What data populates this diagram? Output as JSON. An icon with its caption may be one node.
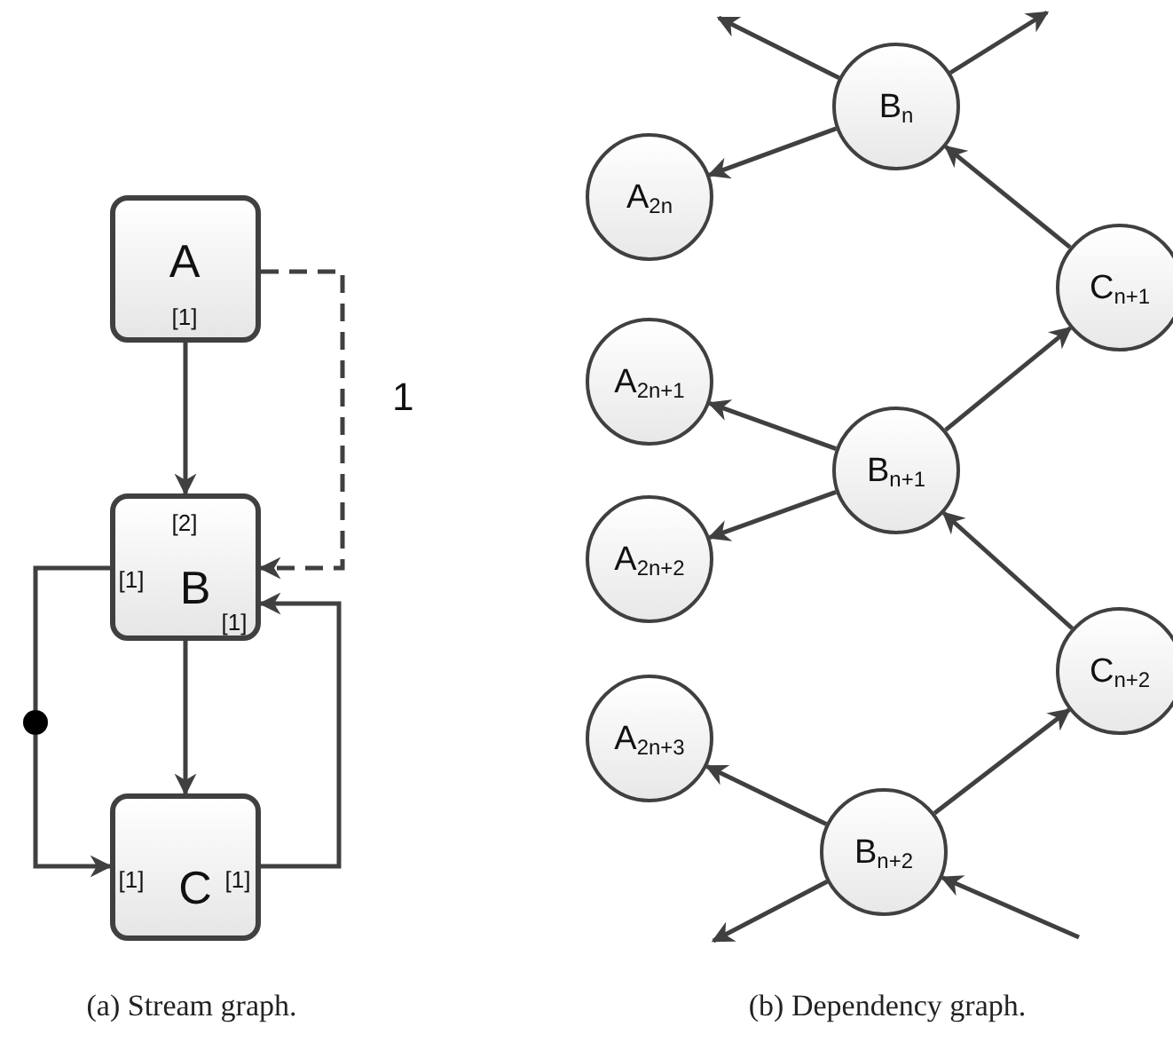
{
  "diagram": {
    "nodes": [
      {
        "text": [
          "A",
          "[1]"
        ]
      },
      {
        "text": [
          "[2]",
          "[1]",
          "B",
          "[1]"
        ]
      },
      {
        "text": [
          "[1]",
          "C",
          "[1]"
        ]
      },
      {
        "text": [],
        "shape": "circle"
      },
      {
        "text": [
          "B$_{n}$"
        ]
      },
      {
        "text": [
          "A$_{2n}$"
        ]
      },
      {
        "text": [
          "C$_{n+1}$"
        ]
      },
      {
        "text": [
          "A$_{2n+1}$"
        ]
      },
      {
        "text": [
          "B$_{n+1}$"
        ]
      },
      {
        "text": [
          "A$_{2n+2}$"
        ]
      },
      {
        "text": [
          "C$_{n+2}$"
        ]
      },
      {
        "text": [
          "A$_{2n+3}$"
        ]
      },
      {
        "text": [
          "B$_{n+2}$"
        ]
      }
    ],
    "edges": [
      {
        "from": 0,
        "to": 1,
        "arrow": "to"
      },
      {
        "from": 0,
        "to": 1,
        "arrow": "to",
        "style": "dashed",
        "label": "1"
      },
      {
        "from": 1,
        "to": 2,
        "arrow": "to"
      },
      {
        "from": 1,
        "to": 3,
        "arrow": "none"
      },
      {
        "from": 3,
        "to": 2,
        "arrow": "to"
      },
      {
        "from": 2,
        "to": 1,
        "arrow": "to"
      },
      {
        "from": 4,
        "to": null,
        "arrow": "to"
      },
      {
        "from": 4,
        "to": null,
        "arrow": "to"
      },
      {
        "from": 4,
        "to": 5,
        "arrow": "to"
      },
      {
        "from": 6,
        "to": 4,
        "arrow": "to"
      },
      {
        "from": 8,
        "to": 7,
        "arrow": "to"
      },
      {
        "from": 8,
        "to": 6,
        "arrow": "to"
      },
      {
        "from": 8,
        "to": 9,
        "arrow": "to"
      },
      {
        "from": 10,
        "to": 8,
        "arrow": "to"
      },
      {
        "from": 12,
        "to": 11,
        "arrow": "to"
      },
      {
        "from": 12,
        "to": 10,
        "arrow": "to"
      },
      {
        "from": 12,
        "to": null,
        "arrow": "to"
      },
      {
        "from": null,
        "to": 12,
        "arrow": "to"
      }
    ],
    "labels": [
      "(a) Stream graph.",
      "(b) Dependency graph."
    ]
  }
}
